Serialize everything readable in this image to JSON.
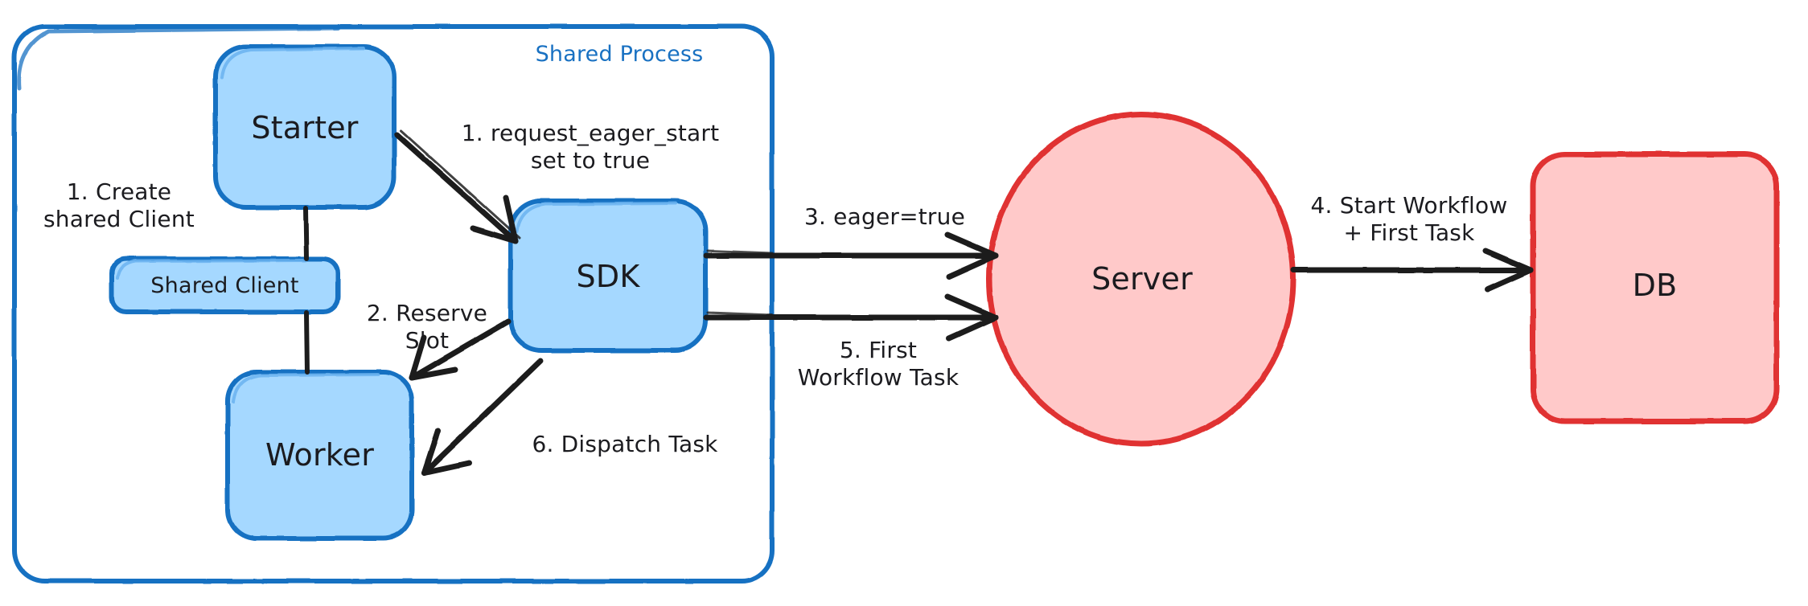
{
  "diagram": {
    "title": "Eager Workflow Start sequence",
    "style": "hand-drawn",
    "colors": {
      "blue_stroke": "#1971c2",
      "blue_fill": "#a5d8ff",
      "red_stroke": "#e03131",
      "red_fill": "#ffc9c9",
      "arrow": "#1e1e1e",
      "text": "#1b1b1f",
      "background": "#ffffff"
    }
  },
  "group": {
    "name": "shared-process",
    "title": "Shared Process"
  },
  "nodes": [
    {
      "id": "starter",
      "label": "Starter",
      "shape": "rounded-rect",
      "color": "blue"
    },
    {
      "id": "shared-client",
      "label": "Shared Client",
      "shape": "rounded-rect",
      "color": "blue"
    },
    {
      "id": "worker",
      "label": "Worker",
      "shape": "rounded-rect",
      "color": "blue"
    },
    {
      "id": "sdk",
      "label": "SDK",
      "shape": "rounded-rect",
      "color": "blue"
    },
    {
      "id": "server",
      "label": "Server",
      "shape": "ellipse",
      "color": "red"
    },
    {
      "id": "db",
      "label": "DB",
      "shape": "rounded-rect",
      "color": "red"
    }
  ],
  "edges": [
    {
      "id": "create-shared-client",
      "label": "1. Create\nshared Client",
      "from": "starter",
      "to": "shared-client",
      "arrow": false
    },
    {
      "id": "request-eager-start",
      "label": "1. request_eager_start\nset to true",
      "from": "starter",
      "to": "sdk",
      "arrow": true
    },
    {
      "id": "reserve-slot",
      "label": "2. Reserve\nSlot",
      "from": "sdk",
      "to": "worker",
      "arrow": true
    },
    {
      "id": "eager-true",
      "label": "3. eager=true",
      "from": "sdk",
      "to": "server",
      "arrow": true
    },
    {
      "id": "start-workflow",
      "label": "4. Start Workflow\n+ First Task",
      "from": "server",
      "to": "db",
      "arrow": true
    },
    {
      "id": "first-workflow-task",
      "label": "5. First\nWorkflow Task",
      "from": "server",
      "to": "sdk",
      "arrow": true
    },
    {
      "id": "dispatch-task",
      "label": "6. Dispatch Task",
      "from": "sdk",
      "to": "worker",
      "arrow": true
    }
  ]
}
